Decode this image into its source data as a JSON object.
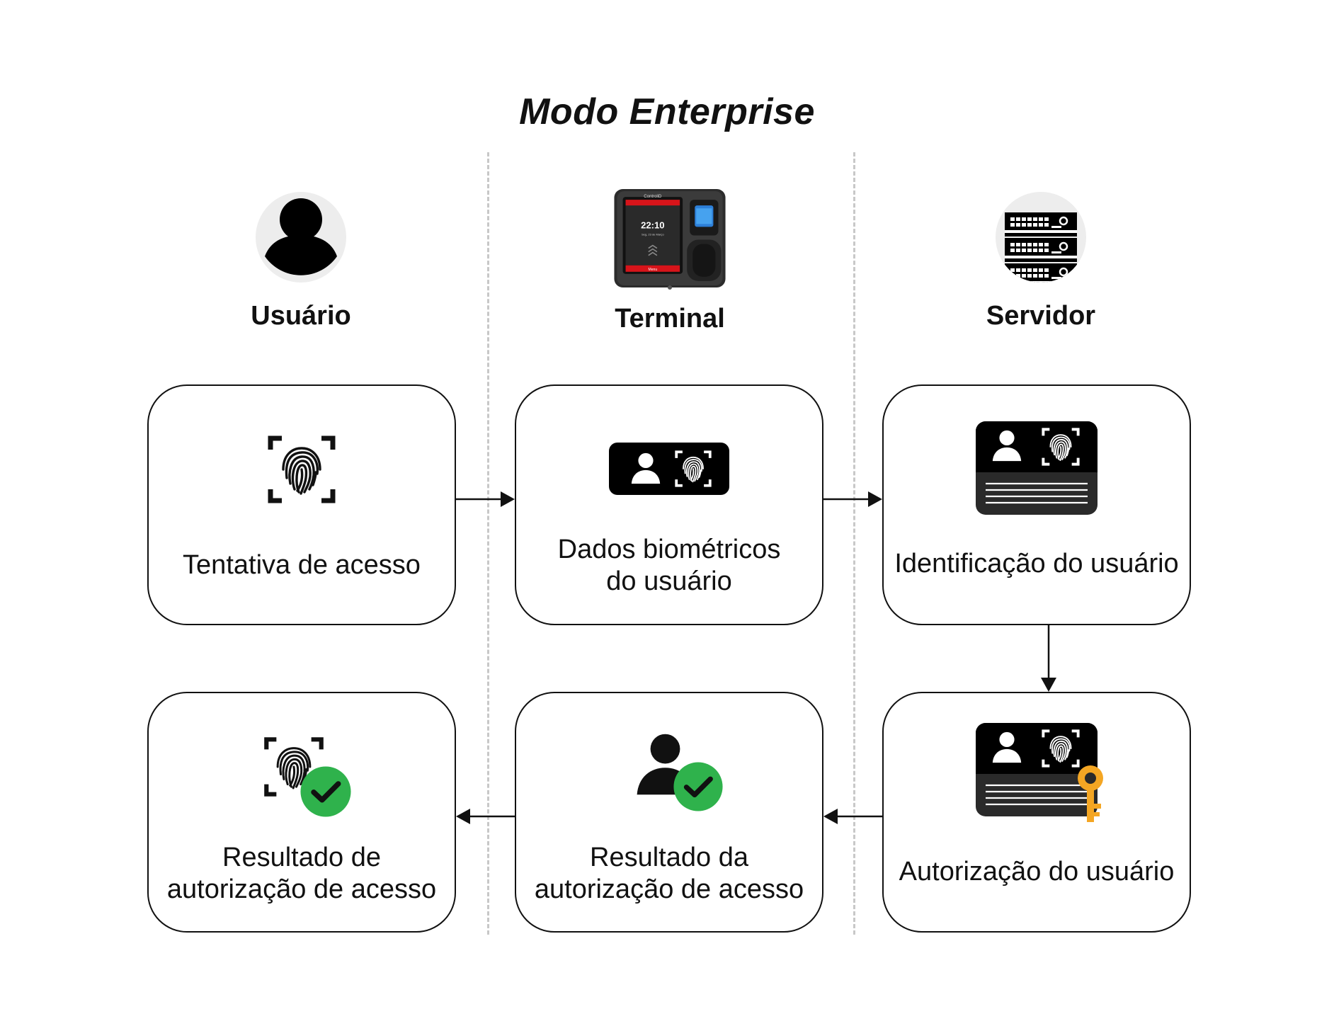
{
  "title": "Modo Enterprise",
  "columns": {
    "user": {
      "label": "Usuário",
      "icon": "user-avatar-icon"
    },
    "terminal": {
      "label": "Terminal",
      "icon": "terminal-device-icon",
      "device": {
        "brand": "ControliD",
        "time": "22:10",
        "date": "Seg, 23 de Março",
        "menu": "Menu"
      }
    },
    "server": {
      "label": "Servidor",
      "icon": "server-rack-icon"
    }
  },
  "steps": {
    "access_attempt": {
      "text": "Tentativa de acesso",
      "icon": "fingerprint-scan-icon"
    },
    "biometric_data": {
      "line1": "Dados biométricos",
      "line2": "do usuário",
      "icon": "biometric-card-icon"
    },
    "user_identification": {
      "text": "Identificação do usuário",
      "icon": "user-record-icon"
    },
    "user_authorization": {
      "text": "Autorização do usuário",
      "icon": "user-record-key-icon"
    },
    "authorization_result_terminal": {
      "line1": "Resultado da",
      "line2": "autorização de acesso",
      "icon": "user-check-icon"
    },
    "authorization_result_user": {
      "line1": "Resultado de",
      "line2": "autorização de acesso",
      "icon": "fingerprint-check-icon"
    }
  },
  "colors": {
    "check_green": "#2fb24c",
    "key_orange": "#f4a623",
    "device_red": "#d7141a",
    "stroke": "#111111",
    "divider": "#c8c8c8"
  }
}
